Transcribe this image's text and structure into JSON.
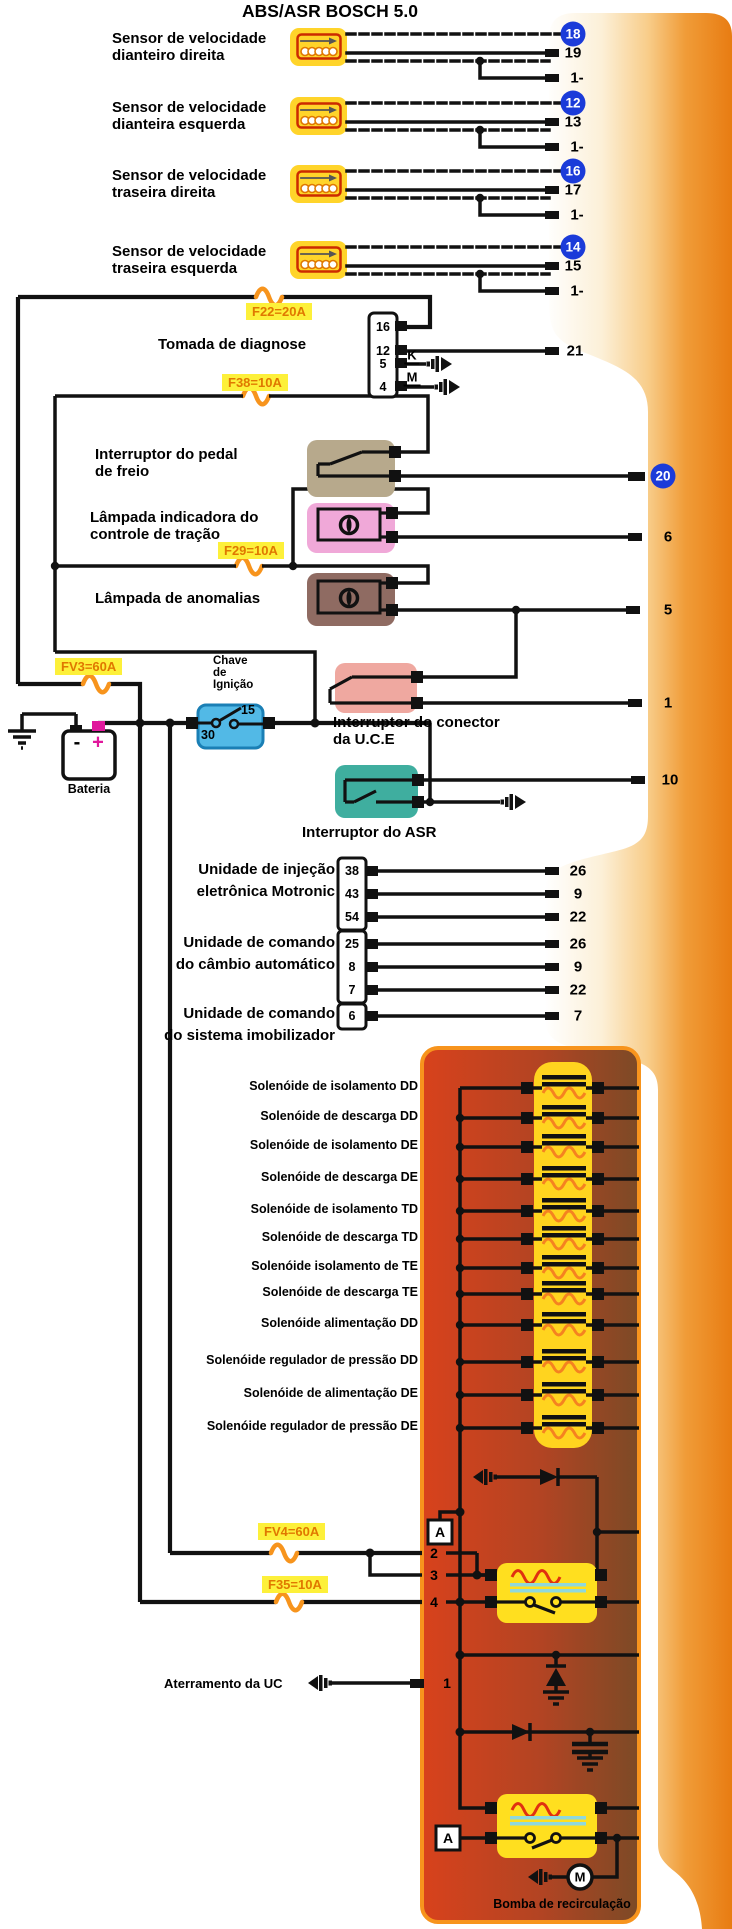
{
  "title": "ABS/ASR BOSCH 5.0",
  "sensors": [
    {
      "line1": "Sensor de velocidade",
      "line2": "dianteiro direita",
      "pin_signal": "18",
      "pin_return": "19",
      "pin_shield": "1-"
    },
    {
      "line1": "Sensor de velocidade",
      "line2": "dianteira esquerda",
      "pin_signal": "12",
      "pin_return": "13",
      "pin_shield": "1-"
    },
    {
      "line1": "Sensor de velocidade",
      "line2": "traseira direita",
      "pin_signal": "16",
      "pin_return": "17",
      "pin_shield": "1-"
    },
    {
      "line1": "Sensor de velocidade",
      "line2": "traseira esquerda",
      "pin_signal": "14",
      "pin_return": "15",
      "pin_shield": "1-"
    }
  ],
  "fuses": {
    "f22": "F22=20A",
    "f38": "F38=10A",
    "f29": "F29=10A",
    "fv3": "FV3=60A",
    "fv4": "FV4=60A",
    "f35": "F35=10A"
  },
  "diagnostic": {
    "label": "Tomada  de diagnose",
    "pin16": "16",
    "pin12": "12",
    "pin5": "5",
    "pin4": "4",
    "k_line": "K",
    "m_line": "M",
    "ecu_pin": "21"
  },
  "pedal_switch": {
    "line1": "Interruptor do pedal",
    "line2": "de freio",
    "ecu_pin": "20"
  },
  "traction_lamp": {
    "line1": "Lâmpada indicadora do",
    "line2": "controle de tração",
    "ecu_pin": "6"
  },
  "fault_lamp": {
    "label": "Lâmpada de anomalias",
    "ecu_pin": "5"
  },
  "ignition": {
    "line1": "Chave",
    "line2": "de",
    "line3": "Ignição",
    "terminal_30": "30",
    "terminal_15": "15"
  },
  "battery": {
    "label": "Bateria",
    "plus": "+",
    "minus": "-"
  },
  "uce_switch": {
    "line1": "Interruptor do conector",
    "line2": "da U.C.E",
    "ecu_pin": "1"
  },
  "asr_switch": {
    "label": "Interruptor do ASR",
    "ecu_pin": "10"
  },
  "modules": [
    {
      "line1": "Unidade de injeção",
      "line2": "eletrônica Motronic",
      "pins": [
        "38",
        "43",
        "54"
      ],
      "ecu_pins": [
        "26",
        "9",
        "22"
      ]
    },
    {
      "line1": "Unidade de comando",
      "line2": "do câmbio automático",
      "pins": [
        "25",
        "8",
        "7"
      ],
      "ecu_pins": [
        "26",
        "9",
        "22"
      ]
    },
    {
      "line1": "Unidade de comando",
      "line2": "do sistema imobilizador",
      "pins": [
        "6"
      ],
      "ecu_pins": [
        "7"
      ]
    }
  ],
  "solenoids": [
    "Solenóide de isolamento  DD",
    "Solenóide de descarga DD",
    "Solenóide de isolamento  DE",
    "Solenóide de descarga DE",
    "Solenóide de isolamento TD",
    "Solenóide de descarga TD",
    "Solenóide isolamento de TE",
    "Solenóide de descarga TE",
    "Solenóide alimentação DD",
    "Solenóide regulador de pressão DD",
    "Solenóide de alimentação DE",
    "Solenóide regulador de pressão DE"
  ],
  "pump_block": {
    "pin2": "2",
    "pin3": "3",
    "pin4": "4",
    "pin_ground": "1",
    "relay_marker_top": "A",
    "relay_marker_bottom": "A",
    "motor_label": "M",
    "pump_label": "Bomba de recirculação"
  },
  "ground_label": "Aterramento da UC",
  "colors": {
    "ecu_orange": "#e87c12",
    "block_red": "#d8421c",
    "block_brown": "#7c4a26",
    "block_border": "#f7941d",
    "sensor_yellow": "#ffd42a",
    "coil_red": "#cc2a00",
    "fuse_label_bg": "#fdf03a",
    "fuse_text": "#e07800",
    "fuse_wire": "#f7941d",
    "pin_blue": "#1b3bd9",
    "pedal_tan": "#b7a98c",
    "lamp_pink": "#f0a8d8",
    "lamp_brown": "#8f6b62",
    "uce_salmon": "#efa8a0",
    "asr_teal": "#3fae9f",
    "ignition_blue": "#52b9e6",
    "battery_plus": "#e0189c",
    "relay_yellow": "#ffdf1f",
    "coil_arc_orange": "#f58220",
    "relay_coil_red": "#e03010",
    "relay_bar_cyan": "#8fd8dc"
  }
}
